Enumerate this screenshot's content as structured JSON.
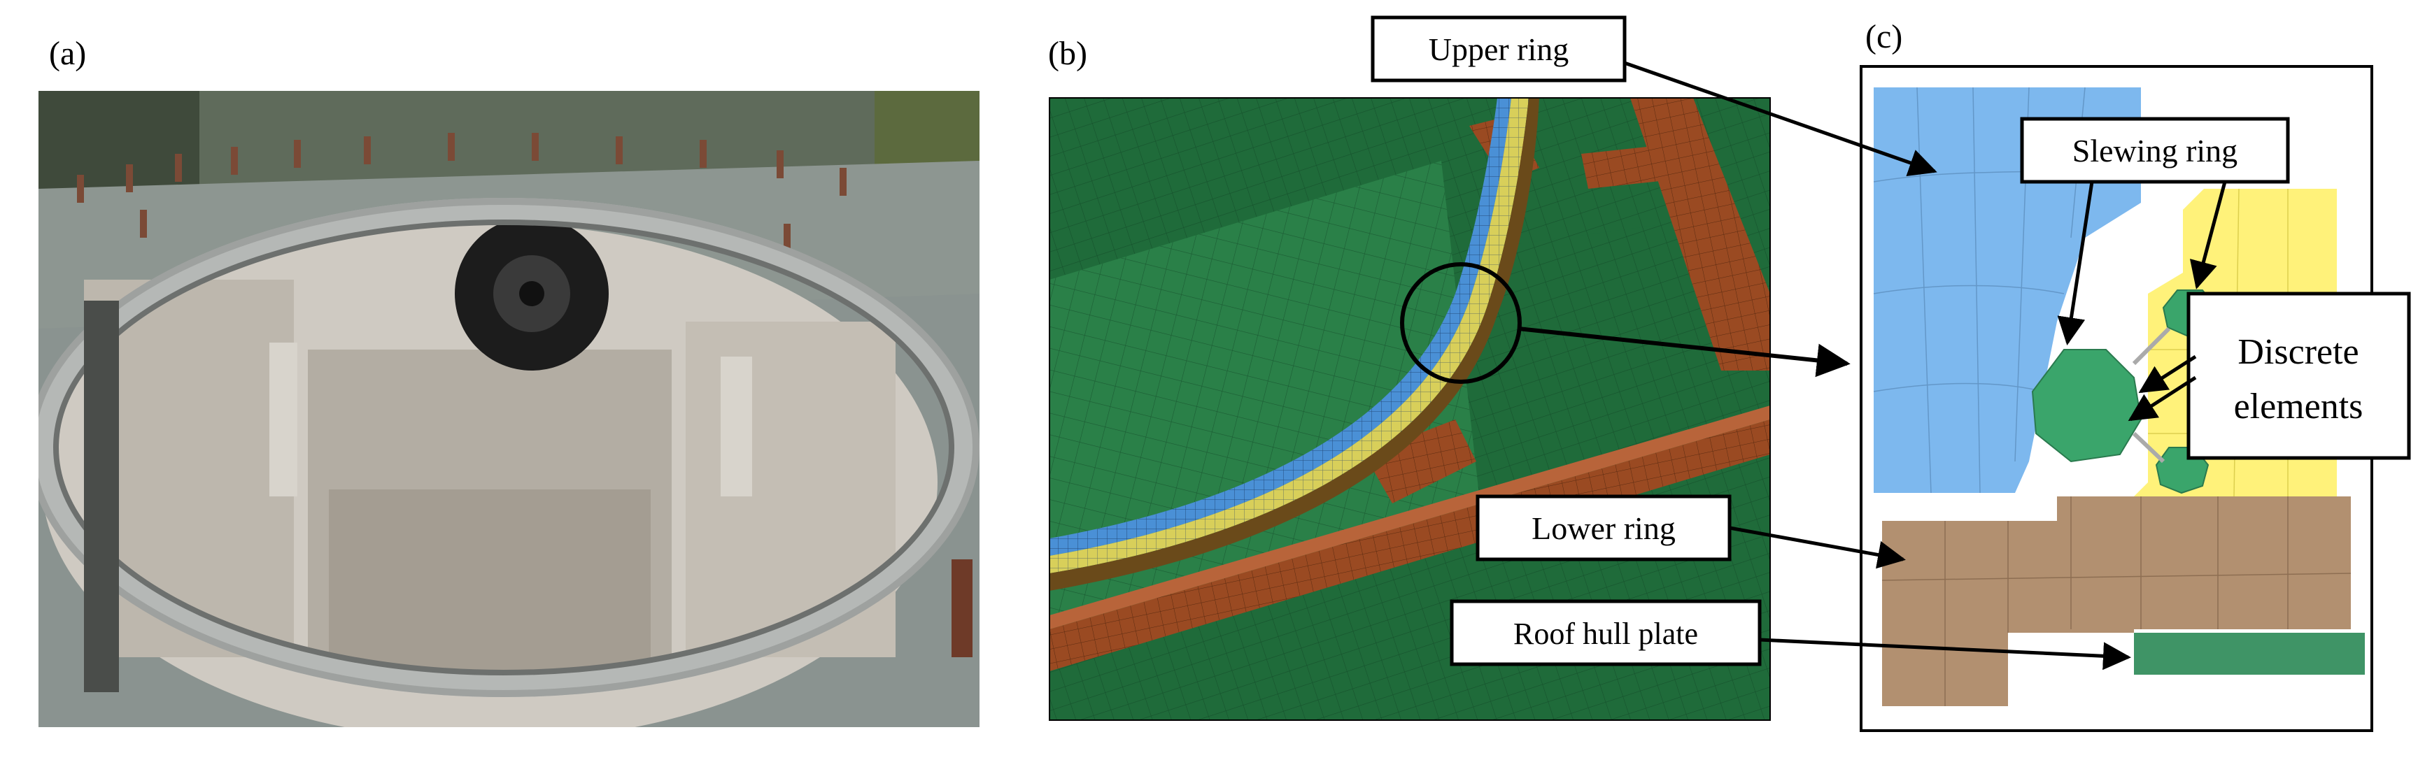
{
  "panels": {
    "a": {
      "label": "(a)"
    },
    "b": {
      "label": "(b)"
    },
    "c": {
      "label": "(c)"
    }
  },
  "callouts": {
    "upper_ring": "Upper ring",
    "slewing_ring": "Slewing ring",
    "discrete_line1": "Discrete",
    "discrete_line2": "elements",
    "lower_ring": "Lower ring",
    "roof_hull_plate": "Roof hull plate"
  },
  "colors": {
    "hull_green": "#1f6b3a",
    "beam_brown": "#9a4a22",
    "ring_blue": "#4a90d6",
    "ring_yellow": "#d8cf5a",
    "upper_ring_fill": "#7db8ee",
    "slewing_fill": "#fff27a",
    "lower_ring_fill": "#b29070",
    "discrete_fill": "#3aa56b",
    "roof_plate_fill": "#3f9466"
  }
}
